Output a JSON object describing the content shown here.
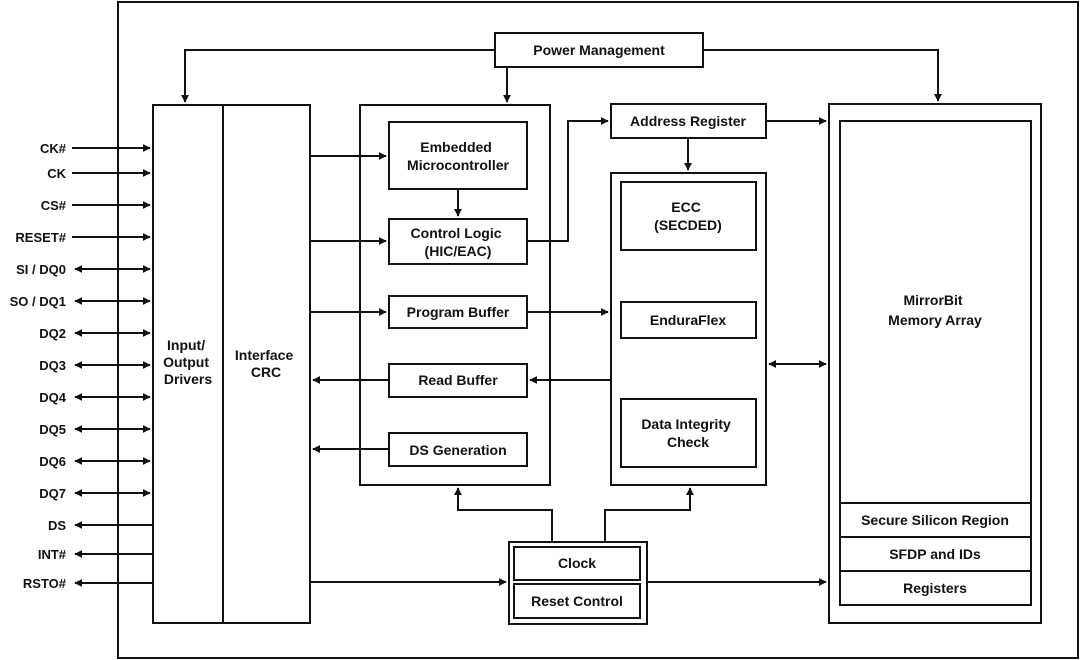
{
  "blocks": {
    "power_management": "Power Management",
    "io_drivers": [
      "Input/",
      "Output",
      "Drivers"
    ],
    "interface_crc": [
      "Interface",
      "CRC"
    ],
    "embedded_mc": [
      "Embedded",
      "Microcontroller"
    ],
    "control_logic": [
      "Control Logic",
      "(HIC/EAC)"
    ],
    "program_buffer": "Program Buffer",
    "read_buffer": "Read Buffer",
    "ds_generation": "DS Generation",
    "address_register": "Address Register",
    "ecc": [
      "ECC",
      "(SECDED)"
    ],
    "enduraflex": "EnduraFlex",
    "data_integrity": [
      "Data Integrity",
      "Check"
    ],
    "mirrorbit": [
      "MirrorBit",
      "Memory Array"
    ],
    "secure_silicon": "Secure Silicon Region",
    "sfdp_ids": "SFDP and IDs",
    "registers": "Registers",
    "clock": "Clock",
    "reset_control": "Reset Control"
  },
  "signals": [
    "CK#",
    "CK",
    "CS#",
    "RESET#",
    "SI / DQ0",
    "SO / DQ1",
    "DQ2",
    "DQ3",
    "DQ4",
    "DQ5",
    "DQ6",
    "DQ7",
    "DS",
    "INT#",
    "RSTO#"
  ]
}
